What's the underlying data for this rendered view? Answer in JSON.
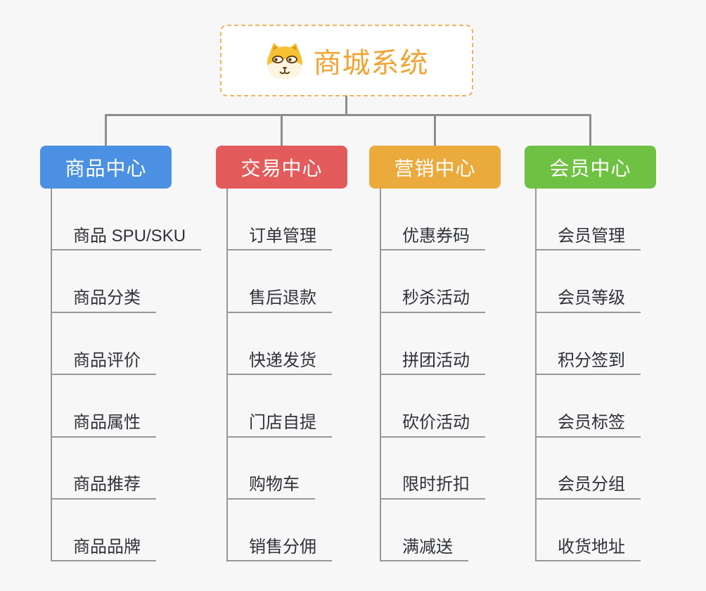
{
  "canvas": {
    "background": "#f7f7f8",
    "connector_color": "#8d8d8d"
  },
  "root": {
    "title": "商城系统",
    "icon": "shiba-dog-icon",
    "title_color": "#f0a435",
    "border_color": "#edb55e"
  },
  "branches": [
    {
      "label": "商品中心",
      "color": "#4b90e2",
      "children": [
        "商品 SPU/SKU",
        "商品分类",
        "商品评价",
        "商品属性",
        "商品推荐",
        "商品品牌"
      ]
    },
    {
      "label": "交易中心",
      "color": "#e45b5b",
      "children": [
        "订单管理",
        "售后退款",
        "快递发货",
        "门店自提",
        "购物车",
        "销售分佣"
      ]
    },
    {
      "label": "营销中心",
      "color": "#ebaa3c",
      "children": [
        "优惠券码",
        "秒杀活动",
        "拼团活动",
        "砍价活动",
        "限时折扣",
        "满减送"
      ]
    },
    {
      "label": "会员中心",
      "color": "#6fc143",
      "children": [
        "会员管理",
        "会员等级",
        "积分签到",
        "会员标签",
        "会员分组",
        "收货地址"
      ]
    }
  ]
}
